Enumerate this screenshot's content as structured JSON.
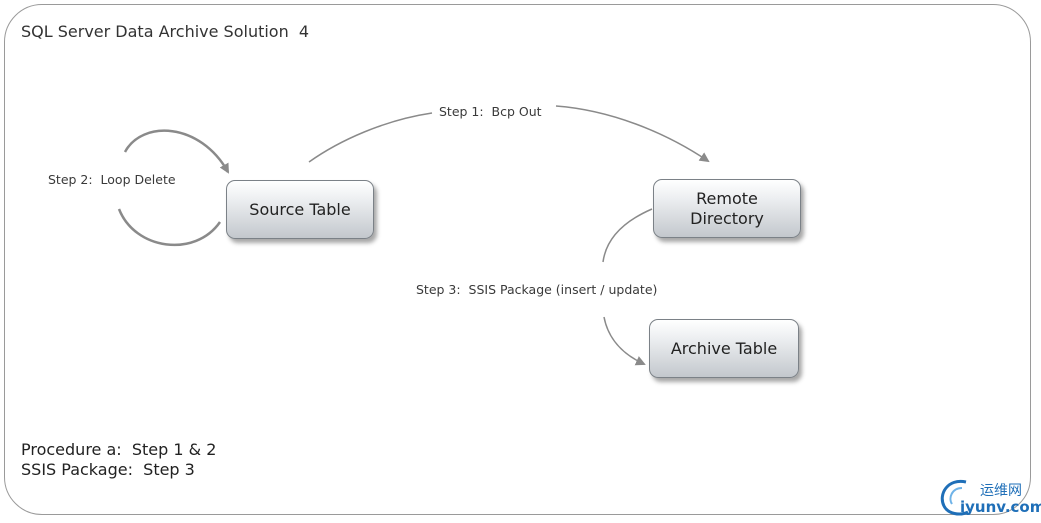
{
  "title": "SQL Server Data Archive Solution  4",
  "nodes": {
    "source": "Source Table",
    "remote": "Remote\nDirectory",
    "archive": "Archive Table"
  },
  "steps": {
    "step1": "Step 1:  Bcp Out",
    "step2": "Step 2:  Loop Delete",
    "step3": "Step 3:  SSIS Package (insert / update)"
  },
  "legend": {
    "line1": "Procedure a:  Step 1 & 2",
    "line2": "SSIS Package:  Step 3"
  },
  "watermark": {
    "cn": "运维网",
    "en": "iyunv.com",
    "icon": "swoosh-logo-icon"
  },
  "colors": {
    "arrow": "#8a8a8a",
    "node_border": "#7b8187",
    "watermark": "#1f6fb8"
  }
}
